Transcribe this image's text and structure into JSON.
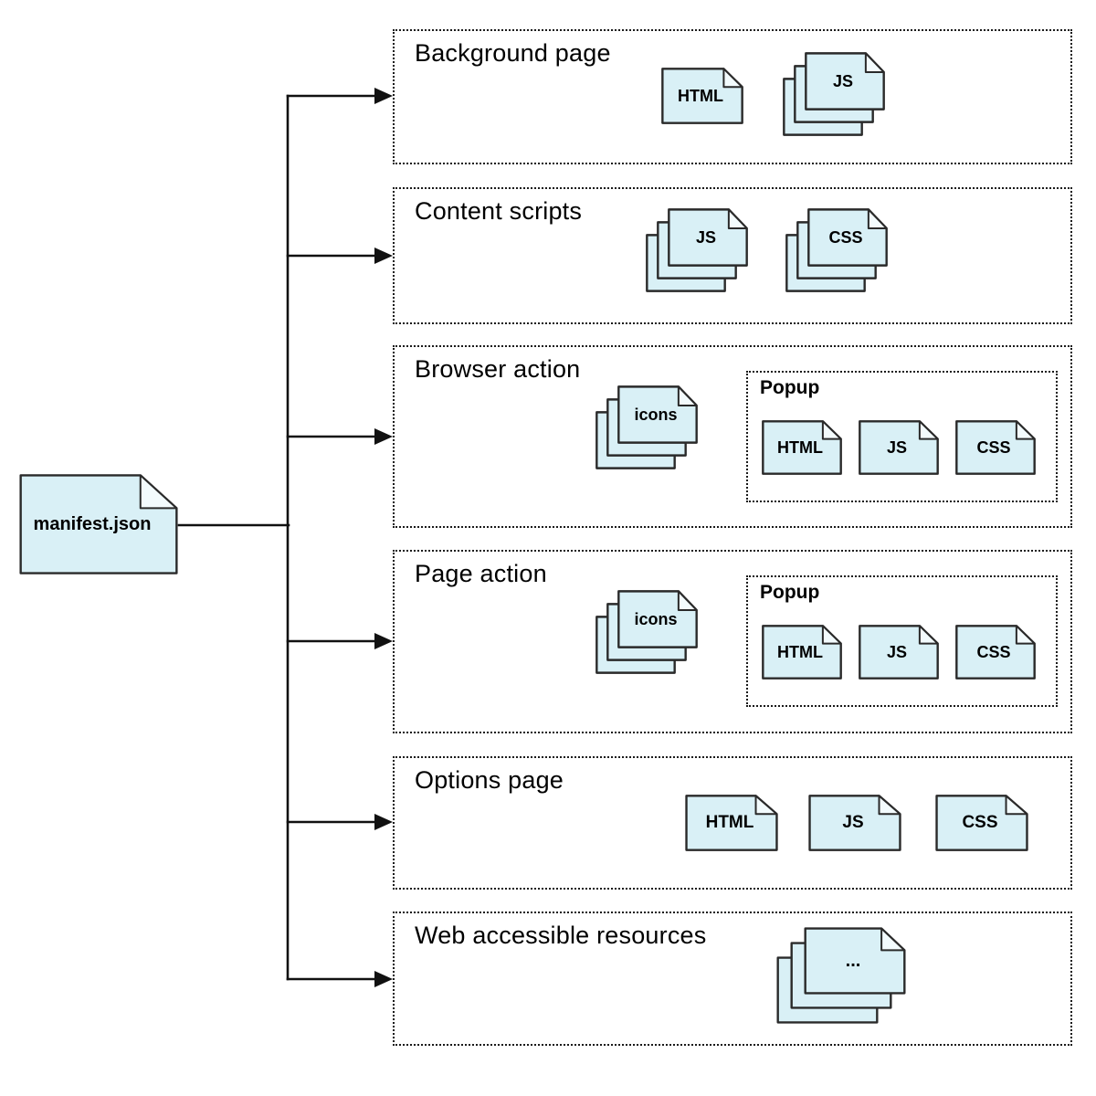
{
  "colors": {
    "file_fill": "#d9f0f6",
    "fold_fill": "#f3fbfd",
    "file_border": "#2a2a2a",
    "box_border": "#1a1a1a",
    "line": "#111111"
  },
  "root": {
    "label": "manifest.json"
  },
  "sections": [
    {
      "title": "Background page",
      "files": {
        "html": "HTML",
        "js": "JS"
      }
    },
    {
      "title": "Content scripts",
      "files": {
        "js": "JS",
        "css": "CSS"
      }
    },
    {
      "title": "Browser action",
      "files": {
        "icons": "icons"
      },
      "popup": {
        "title": "Popup",
        "files": {
          "html": "HTML",
          "js": "JS",
          "css": "CSS"
        }
      }
    },
    {
      "title": "Page action",
      "files": {
        "icons": "icons"
      },
      "popup": {
        "title": "Popup",
        "files": {
          "html": "HTML",
          "js": "JS",
          "css": "CSS"
        }
      }
    },
    {
      "title": "Options page",
      "files": {
        "html": "HTML",
        "js": "JS",
        "css": "CSS"
      }
    },
    {
      "title": "Web accessible resources",
      "files": {
        "more": "..."
      }
    }
  ]
}
